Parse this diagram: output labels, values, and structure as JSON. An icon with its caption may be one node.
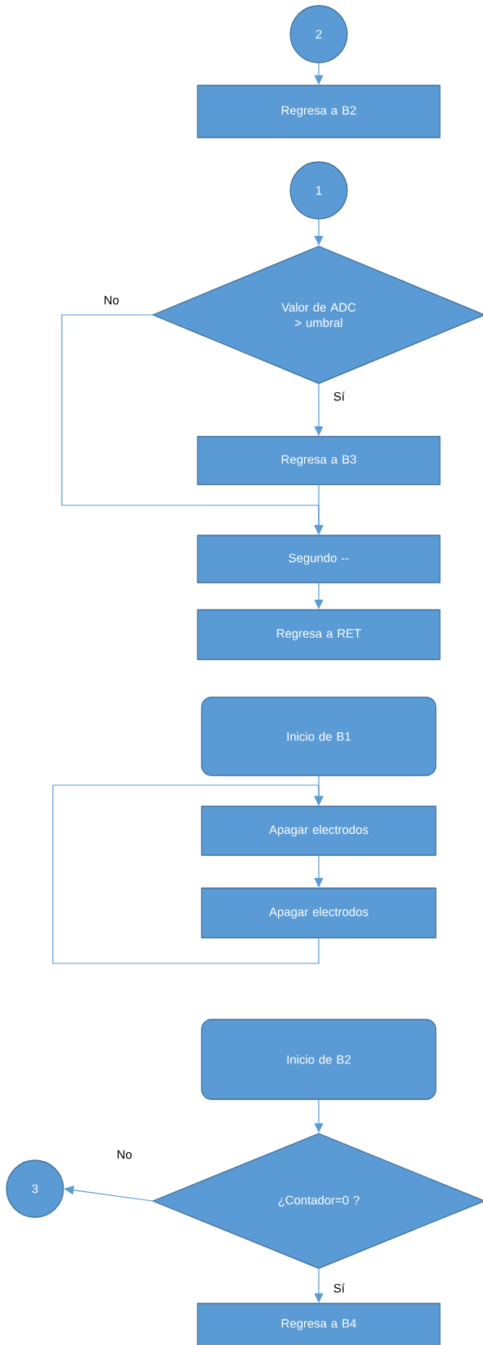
{
  "diagram": {
    "nodes": [
      {
        "text": [
          "2"
        ]
      },
      {
        "text": [
          "Regresa a B2"
        ]
      },
      {
        "text": [
          "1"
        ]
      },
      {
        "text": [
          "Valor de ADC > umbral"
        ]
      },
      {
        "text": [
          "Regresa a B3"
        ]
      },
      {
        "text": [
          "Segundo --"
        ]
      },
      {
        "text": [
          "Regresa a RET"
        ]
      },
      {
        "text": [
          "Inicio de B1"
        ]
      },
      {
        "text": [
          "Apagar electrodos"
        ]
      },
      {
        "text": [
          "Apagar electrodos"
        ]
      },
      {
        "text": [
          "Inicio de B2"
        ]
      },
      {
        "text": [
          "¿Contador=0 ?"
        ]
      },
      {
        "text": [
          "3"
        ]
      },
      {
        "text": [
          "Regresa a B4"
        ]
      }
    ],
    "edges": [
      {
        "from": 0,
        "to": 1,
        "arrow": "to"
      },
      {
        "from": 2,
        "to": 3,
        "arrow": "to"
      },
      {
        "from": 3,
        "to": 4,
        "arrow": "to",
        "label": "Sí"
      },
      {
        "from": 3,
        "to": 5,
        "arrow": "to",
        "label": "No"
      },
      {
        "from": 4,
        "to": 5,
        "arrow": "to"
      },
      {
        "from": 5,
        "to": 6,
        "arrow": "to"
      },
      {
        "from": 7,
        "to": 8,
        "arrow": "to"
      },
      {
        "from": 8,
        "to": 9,
        "arrow": "to"
      },
      {
        "from": 9,
        "to": 8,
        "arrow": "to"
      },
      {
        "from": 10,
        "to": 11,
        "arrow": "to"
      },
      {
        "from": 11,
        "to": 13,
        "arrow": "to",
        "label": "Sí"
      },
      {
        "from": 11,
        "to": 12,
        "arrow": "to",
        "label": "No"
      }
    ]
  }
}
